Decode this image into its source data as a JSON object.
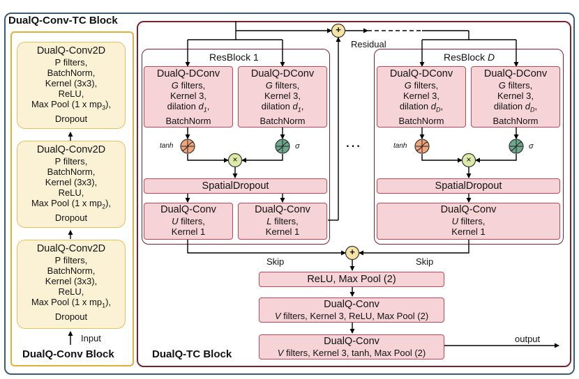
{
  "outer_title": "DualQ-Conv-TC Block",
  "cnn": {
    "title": "DualQ-Conv Block",
    "blocks": [
      {
        "name": "DualQ-Conv2D",
        "lines": [
          "P filters,",
          "BatchNorm,",
          "Kernel (3x3),",
          "ReLU,"
        ],
        "pool_pre": "Max Pool (1 x mp",
        "pool_sub": "3",
        "pool_post": "),",
        "last": "Dropout"
      },
      {
        "name": "DualQ-Conv2D",
        "lines": [
          "P filters,",
          "BatchNorm,",
          "Kernel (3x3),",
          "ReLU,"
        ],
        "pool_pre": "Max Pool (1 x mp",
        "pool_sub": "2",
        "pool_post": "),",
        "last": "Dropout"
      },
      {
        "name": "DualQ-Conv2D",
        "lines": [
          "P filters,",
          "BatchNorm,",
          "Kernel (3x3),",
          "ReLU,"
        ],
        "pool_pre": "Max Pool (1 x mp",
        "pool_sub": "1",
        "pool_post": "),",
        "last": "Dropout"
      }
    ],
    "input_label": "Input"
  },
  "tc": {
    "title": "DualQ-TC Block",
    "residual_label": "Residual",
    "skip_label": "Skip",
    "output_label": "output",
    "ellipsis": "…",
    "plus": "+",
    "times": "×",
    "res1": {
      "title": "ResBlock 1",
      "dconv_name": "DualQ-DConv",
      "dconv_a": {
        "filters_var": "G",
        "filters_text": " filters,",
        "kernel": "Kernel 3,",
        "dil_pre": "dilation ",
        "dil_var": "d",
        "dil_sub": "1",
        "dil_post": ",",
        "bn": "BatchNorm"
      },
      "dconv_b": {
        "filters_var": "G",
        "filters_text": " filters,",
        "kernel": "Kernel 3,",
        "dil_pre": "dilation ",
        "dil_var": "d",
        "dil_sub": "1",
        "dil_post": ",",
        "bn": "BatchNorm"
      },
      "tanh": "tanh",
      "sigma": "σ",
      "spatial": "SpatialDropout",
      "conv_u": {
        "name": "DualQ-Conv",
        "var": "U",
        "text": " filters,",
        "kernel": "Kernel 1"
      },
      "conv_l": {
        "name": "DualQ-Conv",
        "var": "L",
        "text": " filters,",
        "kernel": "Kernel 1"
      }
    },
    "resD": {
      "title_pre": "ResBlock ",
      "title_var": "D",
      "dconv_name": "DualQ-DConv",
      "dconv_a": {
        "filters_var": "G",
        "filters_text": " filters,",
        "kernel": "Kernel 3,",
        "dil_pre": "dilation ",
        "dil_var": "d",
        "dil_sub": "D",
        "dil_post": ",",
        "bn": "BatchNorm"
      },
      "dconv_b": {
        "filters_var": "G",
        "filters_text": " filters,",
        "kernel": "Kernel 3,",
        "dil_pre": "dilation ",
        "dil_var": "d",
        "dil_sub": "D",
        "dil_post": ",",
        "bn": "BatchNorm"
      },
      "tanh": "tanh",
      "sigma": "σ",
      "spatial": "SpatialDropout",
      "conv_u": {
        "name": "DualQ-Conv",
        "var": "U",
        "text": " filters,",
        "kernel": "Kernel 1"
      }
    },
    "relu_pool": "ReLU, Max Pool (2)",
    "conv_v1": {
      "name": "DualQ-Conv",
      "var": "V",
      "text": " filters, Kernel 3, ReLU, Max Pool (2)"
    },
    "conv_v2": {
      "name": "DualQ-Conv",
      "var": "V",
      "text": " filters, Kernel 3, tanh, Max Pool (2)"
    }
  },
  "colors": {
    "outer_border": "#3d5a73",
    "cnn_border": "#e0b13a",
    "cnn_fill": "#fbf2d5",
    "tc_border": "#7a2130",
    "box_fill": "#f6d3d6",
    "box_border": "#b94855",
    "tanh_node": "#f0a57a",
    "sigma_node": "#6ea88c",
    "mult_node": "#dde9a8",
    "plus_node": "#f7e3a6"
  }
}
